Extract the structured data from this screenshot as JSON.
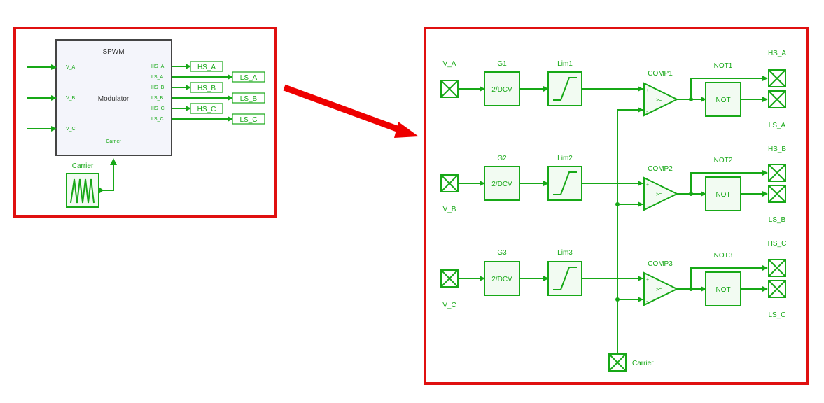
{
  "left_panel": {
    "module": {
      "title": "SPWM",
      "subtitle": "Modulator",
      "carrier_port": "Carrier"
    },
    "inputs": [
      "V_A",
      "V_B",
      "V_C"
    ],
    "outputs": [
      "HS_A",
      "LS_A",
      "HS_B",
      "LS_B",
      "HS_C",
      "LS_C"
    ],
    "output_tags": [
      "HS_A",
      "LS_A",
      "HS_B",
      "LS_B",
      "HS_C",
      "LS_C"
    ],
    "carrier_label": "Carrier"
  },
  "right_panel": {
    "phases": [
      {
        "input": "V_A",
        "gain": "G1",
        "gain_text": "2/DCV",
        "limiter": "Lim1",
        "comparator": "COMP1",
        "comparator_text": ">=",
        "not_label": "NOT1",
        "not_text": "NOT",
        "hs_out": "HS_A",
        "ls_out": "LS_A"
      },
      {
        "input": "V_B",
        "gain": "G2",
        "gain_text": "2/DCV",
        "limiter": "Lim2",
        "comparator": "COMP2",
        "comparator_text": ">=",
        "not_label": "NOT2",
        "not_text": "NOT",
        "hs_out": "HS_B",
        "ls_out": "LS_B"
      },
      {
        "input": "V_C",
        "gain": "G3",
        "gain_text": "2/DCV",
        "limiter": "Lim3",
        "comparator": "COMP3",
        "comparator_text": ">=",
        "not_label": "NOT3",
        "not_text": "NOT",
        "hs_out": "HS_C",
        "ls_out": "LS_C"
      }
    ],
    "carrier_label": "Carrier",
    "plus": "+",
    "minus": "-"
  },
  "colors": {
    "wire": "#17a817",
    "frame": "#e01010",
    "arrow": "#ee0000"
  }
}
